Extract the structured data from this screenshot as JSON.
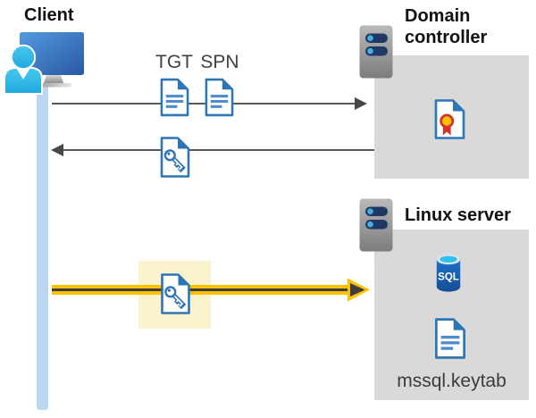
{
  "nodes": {
    "client": {
      "label": "Client"
    },
    "domain_controller": {
      "label": "Domain controller"
    },
    "linux_server": {
      "label": "Linux server"
    }
  },
  "tickets": {
    "tgt": "TGT",
    "spn": "SPN"
  },
  "linux_server_items": {
    "sql_badge": "SQL",
    "keytab_file": "mssql.keytab"
  },
  "flows": [
    {
      "from": "Client",
      "to": "Domain controller",
      "carries": "TGT, SPN documents",
      "style": "thin-gray-right"
    },
    {
      "from": "Domain controller",
      "to": "Client",
      "carries": "key ticket document",
      "style": "thin-gray-left"
    },
    {
      "from": "Client",
      "to": "Linux server",
      "carries": "key ticket document (highlighted)",
      "style": "bold-yellow-right"
    }
  ],
  "colors": {
    "icon_blue": "#2E75B6",
    "doc_line_blue": "#4E8CCB",
    "person_cyan": "#2FB9E7",
    "server_pill_navy": "#1F3864",
    "server_dot_blue": "#45B1E3",
    "box_gray": "#D9D9D9",
    "arrow_gray": "#595959",
    "timeline_blue": "#BDD7F2",
    "highlight_yellow": "#FBF2CE",
    "arrow_yellow": "#FFC000",
    "sql_cyan": "#30C1E8",
    "seal_red": "#D3352B",
    "seal_gold": "#FFC107"
  }
}
